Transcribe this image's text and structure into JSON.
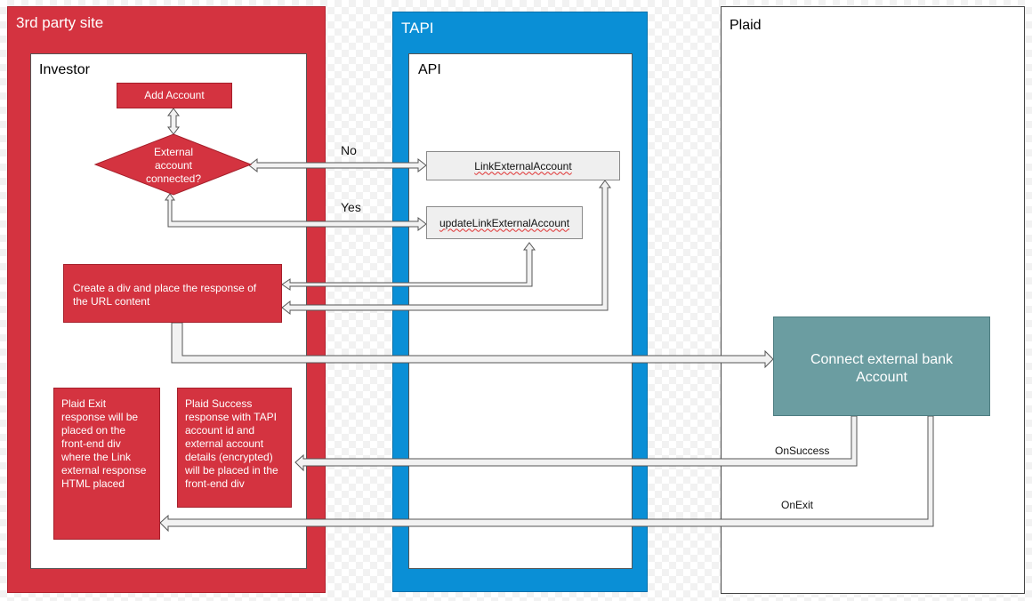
{
  "lanes": {
    "third_party": {
      "title": "3rd party site",
      "sub_title": "Investor",
      "color": "#d43340"
    },
    "tapi": {
      "title": "TAPI",
      "sub_title": "API",
      "color": "#0a8fd6"
    },
    "plaid": {
      "title": "Plaid"
    }
  },
  "nodes": {
    "add_account": "Add Account",
    "decision": {
      "line1": "External",
      "line2": "account",
      "line3": "connected?"
    },
    "link_external": "LinkExternalAccount",
    "update_link": "updateLinkExternalAccount",
    "create_div": "Create a div and place the response of the URL content",
    "connect_bank": "Connect external bank Account",
    "plaid_exit": "Plaid Exit response will be placed on the front-end div where the Link external response HTML placed",
    "plaid_success": "Plaid Success response with TAPI account id and external account details (encrypted) will be placed in the front-end div"
  },
  "edges": {
    "no": "No",
    "yes": "Yes",
    "on_success": "OnSuccess",
    "on_exit": "OnExit"
  },
  "colors": {
    "node_red": "#d43340",
    "node_teal": "#6b9da1",
    "arrow_fill": "#f2f2f2",
    "arrow_stroke": "#555555"
  }
}
